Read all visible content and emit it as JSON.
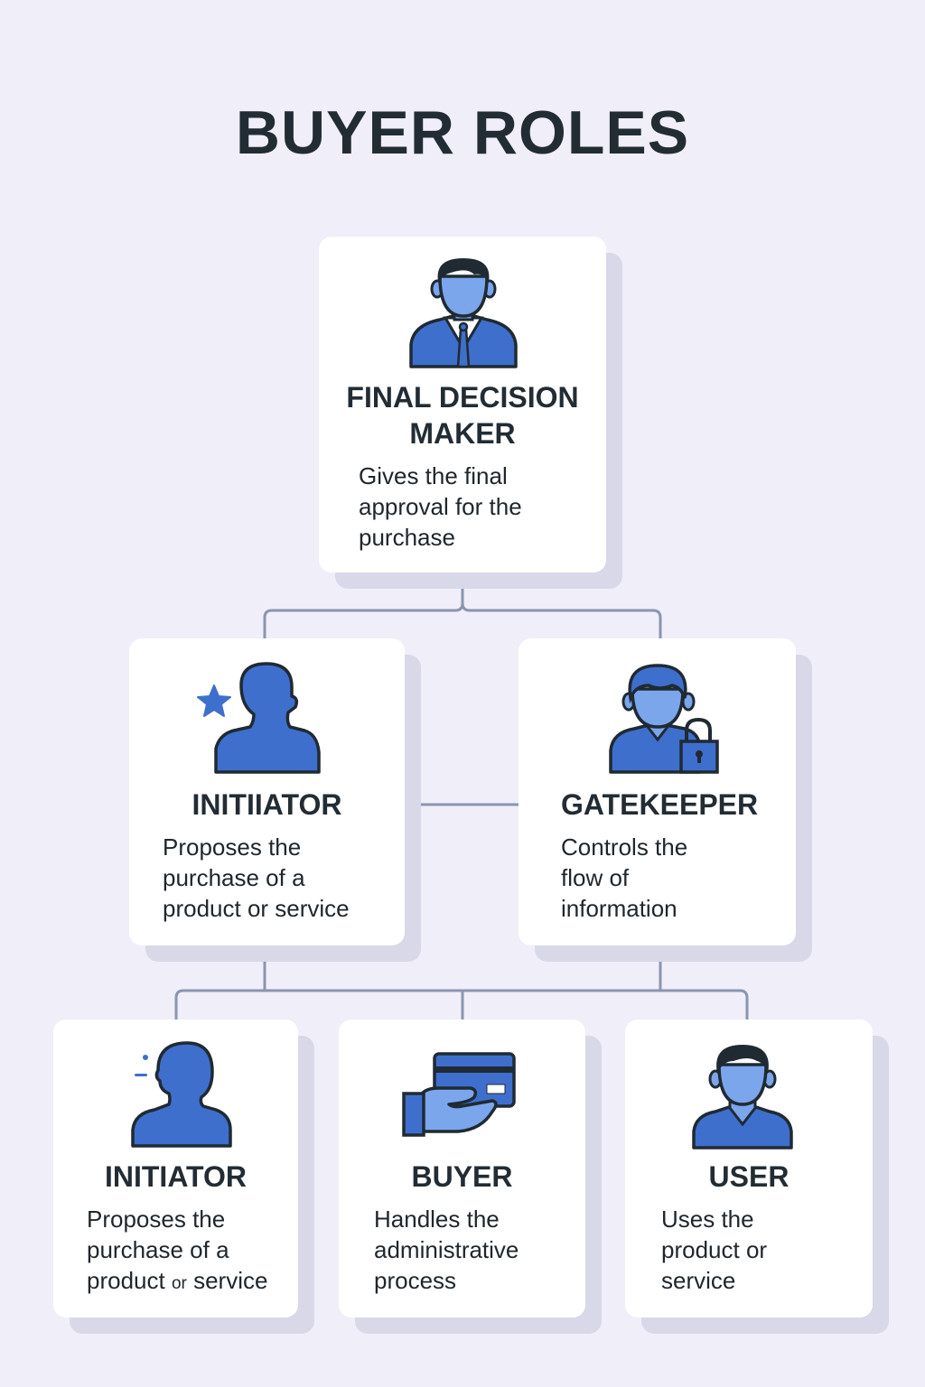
{
  "title": "BUYER ROLES",
  "colors": {
    "background": "#f0eef8",
    "card": "#ffffff",
    "card_shadow": "#d9d8e8",
    "connector": "#8a96b0",
    "icon_primary": "#3f6fcc",
    "icon_light": "#7ba6ec",
    "icon_outline": "#1f2a33",
    "text": "#222c35"
  },
  "roles": {
    "final_decision_maker": {
      "name_line1": "FINAL DECISION",
      "name_line2": "MAKER",
      "description": "Gives the final\napproval for the\npurchase",
      "icon": "businessman-tie-icon"
    },
    "initiator_top": {
      "name": "INITIIATOR",
      "description": "Proposes the\npurchase of a\nproduct or service",
      "icon": "person-star-icon"
    },
    "gatekeeper": {
      "name": "GATEKEEPER",
      "description": "Controls the\nflow of\ninformation",
      "icon": "person-padlock-icon"
    },
    "initiator_bottom": {
      "name": "INITIATOR",
      "description_line1": "Proposes the",
      "description_line2": "purchase of a",
      "description_line3_a": "product ",
      "description_line3_b": "or",
      "description_line3_c": " service",
      "icon": "person-silhouette-icon"
    },
    "buyer": {
      "name": "BUYER",
      "description": "Handles the\nadministrative\nprocess",
      "icon": "hand-credit-card-icon"
    },
    "user": {
      "name": "USER",
      "description": "Uses the\nproduct or\nservice",
      "icon": "person-user-icon"
    }
  }
}
